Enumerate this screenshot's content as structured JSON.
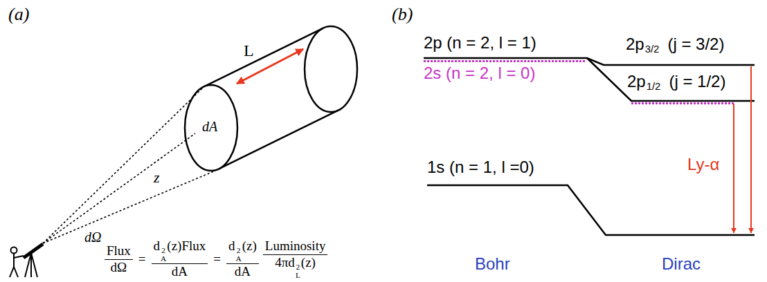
{
  "diagram": {
    "labels": [
      "(a)",
      "L",
      "dA",
      "z",
      "dΩ",
      "Flux",
      "dΩ",
      "=",
      "d",
      "2",
      "A",
      "(z)Flux",
      "dA",
      "=",
      "d",
      "2",
      "A",
      "(z)",
      "dA",
      "Luminosity",
      "4πd",
      "2",
      "L",
      "(z)",
      "(b)",
      "2p (n = 2, l = 1)",
      "2s (n = 2, l = 0)",
      "2p",
      "3/2",
      "(j = 3/2)",
      "2p",
      "1/2",
      "(j = 1/2)",
      "Ly-α",
      "1s (n = 1, l =0)",
      "Bohr",
      "Dirac"
    ]
  }
}
